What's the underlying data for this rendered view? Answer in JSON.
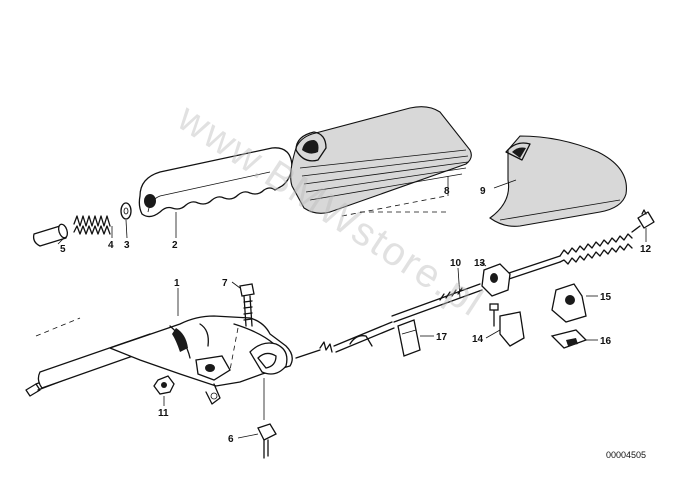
{
  "diagram": {
    "callouts": [
      {
        "id": "c1",
        "text": "1"
      },
      {
        "id": "c2",
        "text": "2"
      },
      {
        "id": "c3",
        "text": "3"
      },
      {
        "id": "c4",
        "text": "4"
      },
      {
        "id": "c5",
        "text": "5"
      },
      {
        "id": "c6",
        "text": "6"
      },
      {
        "id": "c7",
        "text": "7"
      },
      {
        "id": "c8",
        "text": "8"
      },
      {
        "id": "c9",
        "text": "9"
      },
      {
        "id": "c10",
        "text": "10"
      },
      {
        "id": "c11",
        "text": "11"
      },
      {
        "id": "c12",
        "text": "12"
      },
      {
        "id": "c13",
        "text": "13"
      },
      {
        "id": "c14",
        "text": "14"
      },
      {
        "id": "c15",
        "text": "15"
      },
      {
        "id": "c16",
        "text": "16"
      },
      {
        "id": "c17",
        "text": "17"
      }
    ],
    "catalog_number": "00004505",
    "watermark": "www.BMWstore.pl"
  },
  "colors": {
    "ink": "#111111",
    "background": "#ffffff",
    "watermark": "#bdbdbd"
  }
}
